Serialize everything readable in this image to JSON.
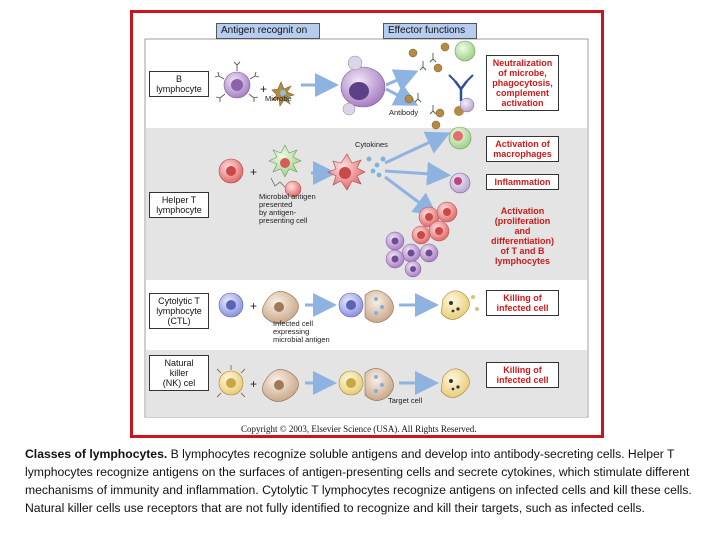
{
  "figure": {
    "headers": {
      "recognition": "Antigen recognit on",
      "effector": "Effector functions"
    },
    "rows": [
      {
        "cell_label": "B\nlymphocyte",
        "notes": [
          "Microbe",
          "Antibody"
        ],
        "effects": [
          "Neutralization\nof microbe,\nphagocytosis,\ncomplement\nactivation"
        ]
      },
      {
        "cell_label": "Helper T\nlymphocyte",
        "notes": [
          "Cytokines",
          "Microbial antigen\npresented\nby antigen-\npresenting cell"
        ],
        "effects": [
          "Activation of\nmacrophages",
          "Inflammation",
          "Activation\n(proliferation and\ndifferentiation)\nof T and B\nlymphocytes"
        ]
      },
      {
        "cell_label": "Cytolytic T\nlymphocyte\n(CTL)",
        "notes": [
          "Infected cell\nexpressing\nmicrobial antigen"
        ],
        "effects": [
          "Killing of\ninfected cell"
        ]
      },
      {
        "cell_label": "Natural\nkiller\n(NK) cel",
        "notes": [
          "Target cell"
        ],
        "effects": [
          "Killing of\ninfected cell"
        ]
      }
    ],
    "copyright": "Copyright © 2003, Elsevier Science (USA). All Rights Reserved.",
    "colors": {
      "border": "#c8161d",
      "header_fill": "#b6cdf0",
      "effect_text": "#cc1a1a",
      "band_fill": "#e4e4e4"
    }
  },
  "caption": {
    "title": "Classes of lymphocytes.",
    "text": " B lymphocytes recognize soluble antigens and develop into antibody-secreting cells. Helper T lymphocytes recognize antigens on the surfaces of antigen-presenting cells and secrete cytokines, which stimulate different mechanisms of immunity and inflammation. Cytolytic T lymphocytes recognize antigens on infected cells and kill these cells. Natural killer cells use receptors that are not fully identified to recognize and kill their targets, such as infected cells."
  }
}
